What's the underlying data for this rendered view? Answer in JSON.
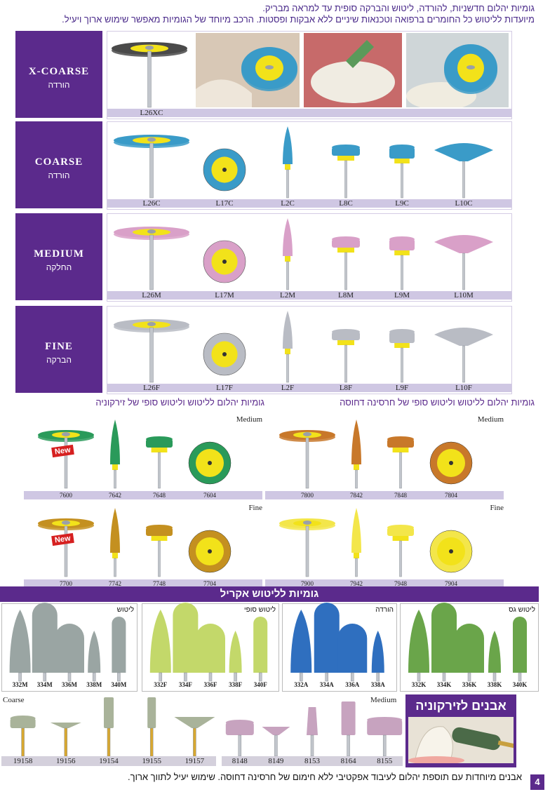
{
  "intro": {
    "line1": "גומיות יהלום חדשניות, להורדה, ליטוש והברקה סופית עד למראה מבריק.",
    "line2": "מיועדות לליטוש כל החומרים ברפואה וטכנאות שיניים ללא אבקות ופסטות. הרכב מיוחד של הגומיות מאפשר שימוש ארוך ויעיל."
  },
  "grades": [
    {
      "en": "X-COARSE",
      "he": "הורדה",
      "codes": [
        "L26XC"
      ]
    },
    {
      "en": "COARSE",
      "he": "הורדה",
      "codes": [
        "L26C",
        "L17C",
        "L2C",
        "L8C",
        "L9C",
        "L10C"
      ]
    },
    {
      "en": "MEDIUM",
      "he": "החלקה",
      "codes": [
        "L26M",
        "L17M",
        "L2M",
        "L8M",
        "L9M",
        "L10M"
      ]
    },
    {
      "en": "FINE",
      "he": "הברקה",
      "codes": [
        "L26F",
        "L17F",
        "L2F",
        "L8F",
        "L9F",
        "L10F"
      ]
    }
  ],
  "zirconia": {
    "heading": "גומיות יהלום לליטוש וליטוש סופי של זירקוניה",
    "medium_label": "Medium",
    "fine_label": "Fine",
    "medium_codes": [
      "7600",
      "7642",
      "7648",
      "7604"
    ],
    "fine_codes": [
      "7700",
      "7742",
      "7748",
      "7704"
    ],
    "new_label": "New"
  },
  "lithium": {
    "heading": "גומיות יהלום לליטוש וליטוש סופי של חרסינה דחוסה",
    "medium_label": "Medium",
    "fine_label": "Fine",
    "medium_codes": [
      "7800",
      "7842",
      "7848",
      "7804"
    ],
    "fine_codes": [
      "7900",
      "7942",
      "7948",
      "7904"
    ]
  },
  "acrylic": {
    "banner": "גומיות לליטוש אקריל",
    "groups": [
      {
        "title": "ליטוש",
        "codes": [
          "332M",
          "334M",
          "336M",
          "338M",
          "340M"
        ],
        "color": "#9aa5a3"
      },
      {
        "title": "ליטוש סופי",
        "codes": [
          "332F",
          "334F",
          "336F",
          "338F",
          "340F"
        ],
        "color": "#c3d86a"
      },
      {
        "title": "הורדה",
        "codes": [
          "332A",
          "334A",
          "336A",
          "338A"
        ],
        "color": "#2f6fbf"
      },
      {
        "title": "ליטוש גס",
        "codes": [
          "332K",
          "334K",
          "336K",
          "338K",
          "340K"
        ],
        "color": "#6aa54a"
      }
    ]
  },
  "stones": {
    "coarse_label": "Coarse",
    "medium_label": "Medium",
    "coarse_codes": [
      "19158",
      "19156",
      "19154",
      "19155",
      "19157"
    ],
    "medium_codes": [
      "8148",
      "8149",
      "8153",
      "8164",
      "8155"
    ],
    "title": "אבנים לזירקוניה",
    "footer": "אבנים מיוחדות עם תוספת יהלום לעיבוד אפקטיבי ללא חימום של חרסינה דחוסה. שימוש יעיל לתווך ארוך."
  },
  "page_number": "4",
  "colors": {
    "purple": "#5b2a8c",
    "coarse": "#3a9bc8",
    "medium": "#d9a0c8",
    "fine": "#b9bcc4",
    "yellow": "#f2e21a",
    "green": "#2a9a5a",
    "orange": "#c8782a",
    "ochre": "#c49020",
    "lightyellow": "#f3e64a"
  }
}
